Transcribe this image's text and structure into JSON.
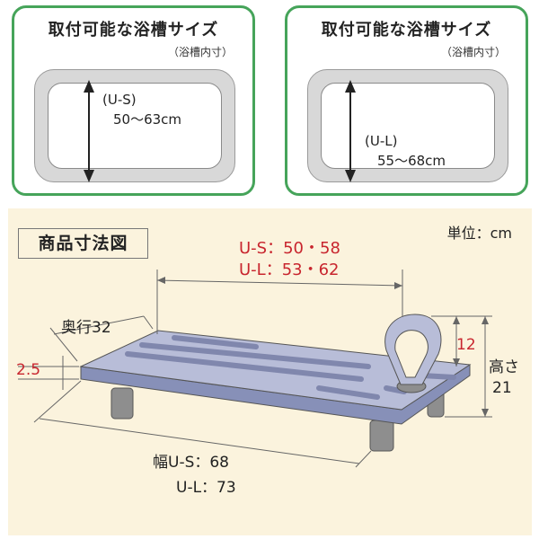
{
  "cards": [
    {
      "title": "取付可能な浴槽サイズ",
      "subtitle": "（浴槽内寸）",
      "code": "(U-S)",
      "range": "50〜63cm"
    },
    {
      "title": "取付可能な浴槽サイズ",
      "subtitle": "（浴槽内寸）",
      "code": "(U-L)",
      "range": "55〜68cm"
    }
  ],
  "dimension_diagram": {
    "title": "商品寸法図",
    "unit": "単位：cm",
    "inner_length": {
      "line1": "U-S：50・58",
      "line2": "U-L：53・62"
    },
    "depth": "奥行32",
    "thickness": "2.5",
    "handle_height": "12",
    "height": {
      "line1": "高さ",
      "line2": "21"
    },
    "width": {
      "line1": "幅U-S：68",
      "line2": "U-L：73"
    }
  },
  "colors": {
    "frame_green": "#46a45a",
    "panel_beige": "#fbf3dd",
    "dimension_red": "#c8252e"
  }
}
